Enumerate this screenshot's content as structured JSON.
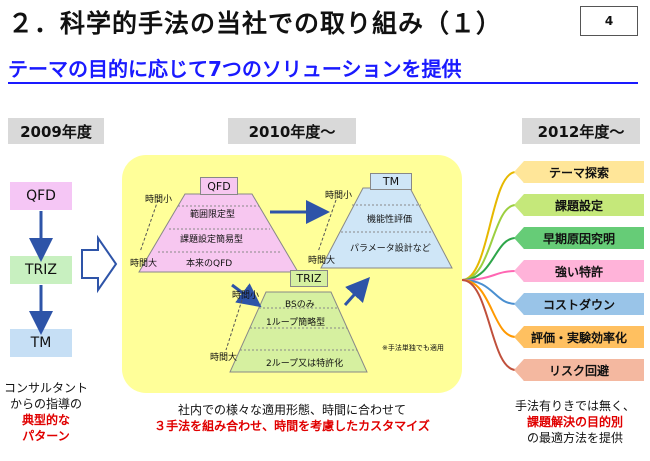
{
  "header": {
    "title": "２．科学的手法の当社での取り組み（１）",
    "page_number": "4",
    "subtitle": "テーマの目的に応じて7つのソリューションを提供"
  },
  "columns": {
    "year_2009": "2009年度",
    "year_2010": "2010年度～",
    "year_2012": "2012年度～"
  },
  "left_flow": {
    "stages": [
      "QFD",
      "TRIZ",
      "TM"
    ],
    "note_line1": "コンサルタント",
    "note_line2": "からの指導の",
    "note_red1": "典型的な",
    "note_red2": "パターン"
  },
  "center": {
    "qfd": {
      "tag": "QFD",
      "rows": [
        "範囲限定型",
        "課題設定簡易型",
        "本来のQFD"
      ],
      "time_small": "時間小",
      "time_large": "時間大"
    },
    "tm": {
      "tag": "TM",
      "rows": [
        "機能性評価",
        "パラメータ設計など"
      ],
      "time_small": "時間小",
      "time_large": "時間大"
    },
    "triz": {
      "tag": "TRIZ",
      "rows": [
        "BSのみ",
        "1ループ簡略型",
        "2ループ又は特許化"
      ],
      "time_small": "時間小",
      "time_large": "時間大"
    },
    "footnote": "※手法単独でも適用",
    "caption_line1": "社内での様々な適用形態、時間に合わせて",
    "caption_line2": "３手法を組み合わせ、時間を考慮したカスタマイズ"
  },
  "solutions": [
    {
      "label": "テーマ探索",
      "color": "#ffe699"
    },
    {
      "label": "課題設定",
      "color": "#c5e87a"
    },
    {
      "label": "早期原因究明",
      "color": "#66cc77"
    },
    {
      "label": "強い特許",
      "color": "#ffb3d9"
    },
    {
      "label": "コストダウン",
      "color": "#99c4e8"
    },
    {
      "label": "評価・実験効率化",
      "color": "#ffc060"
    },
    {
      "label": "リスク回避",
      "color": "#f4b8a0"
    }
  ],
  "right_note": {
    "line1": "手法有りきでは無く、",
    "red": "課題解決の目的別",
    "line3": "の最適方法を提供"
  },
  "colors": {
    "accent_blue": "#1a1aff",
    "arrow_blue": "#2e54a8",
    "center_panel": "#ffff99",
    "qfd_fill": "#f7c7f0",
    "tm_fill": "#cfe6f7",
    "triz_fill": "#d6f0a0",
    "stage_qfd": "#f5c6f5",
    "stage_triz": "#c8f0c0",
    "stage_tm": "#c6dff5"
  }
}
